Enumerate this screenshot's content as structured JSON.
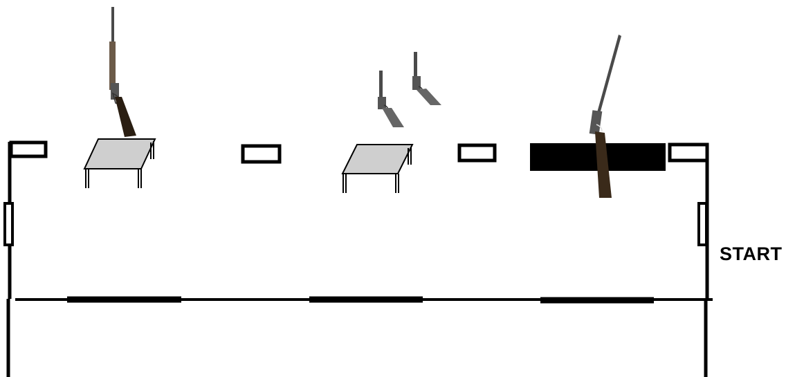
{
  "start_label": "START",
  "colors": {
    "line": "#000000",
    "table_top": "#cfcfcf",
    "barricade": "#000000",
    "gun_metal": "#4a4a4a",
    "gun_stock": "#3a2a1a"
  },
  "elements": {
    "targets": [
      "target",
      "target",
      "target",
      "target",
      "target",
      "target",
      "target"
    ],
    "tables": [
      "table-left",
      "table-center"
    ],
    "firearms": [
      "rifle",
      "pistol",
      "pistol",
      "shotgun"
    ],
    "barricade": "barricade-block"
  }
}
